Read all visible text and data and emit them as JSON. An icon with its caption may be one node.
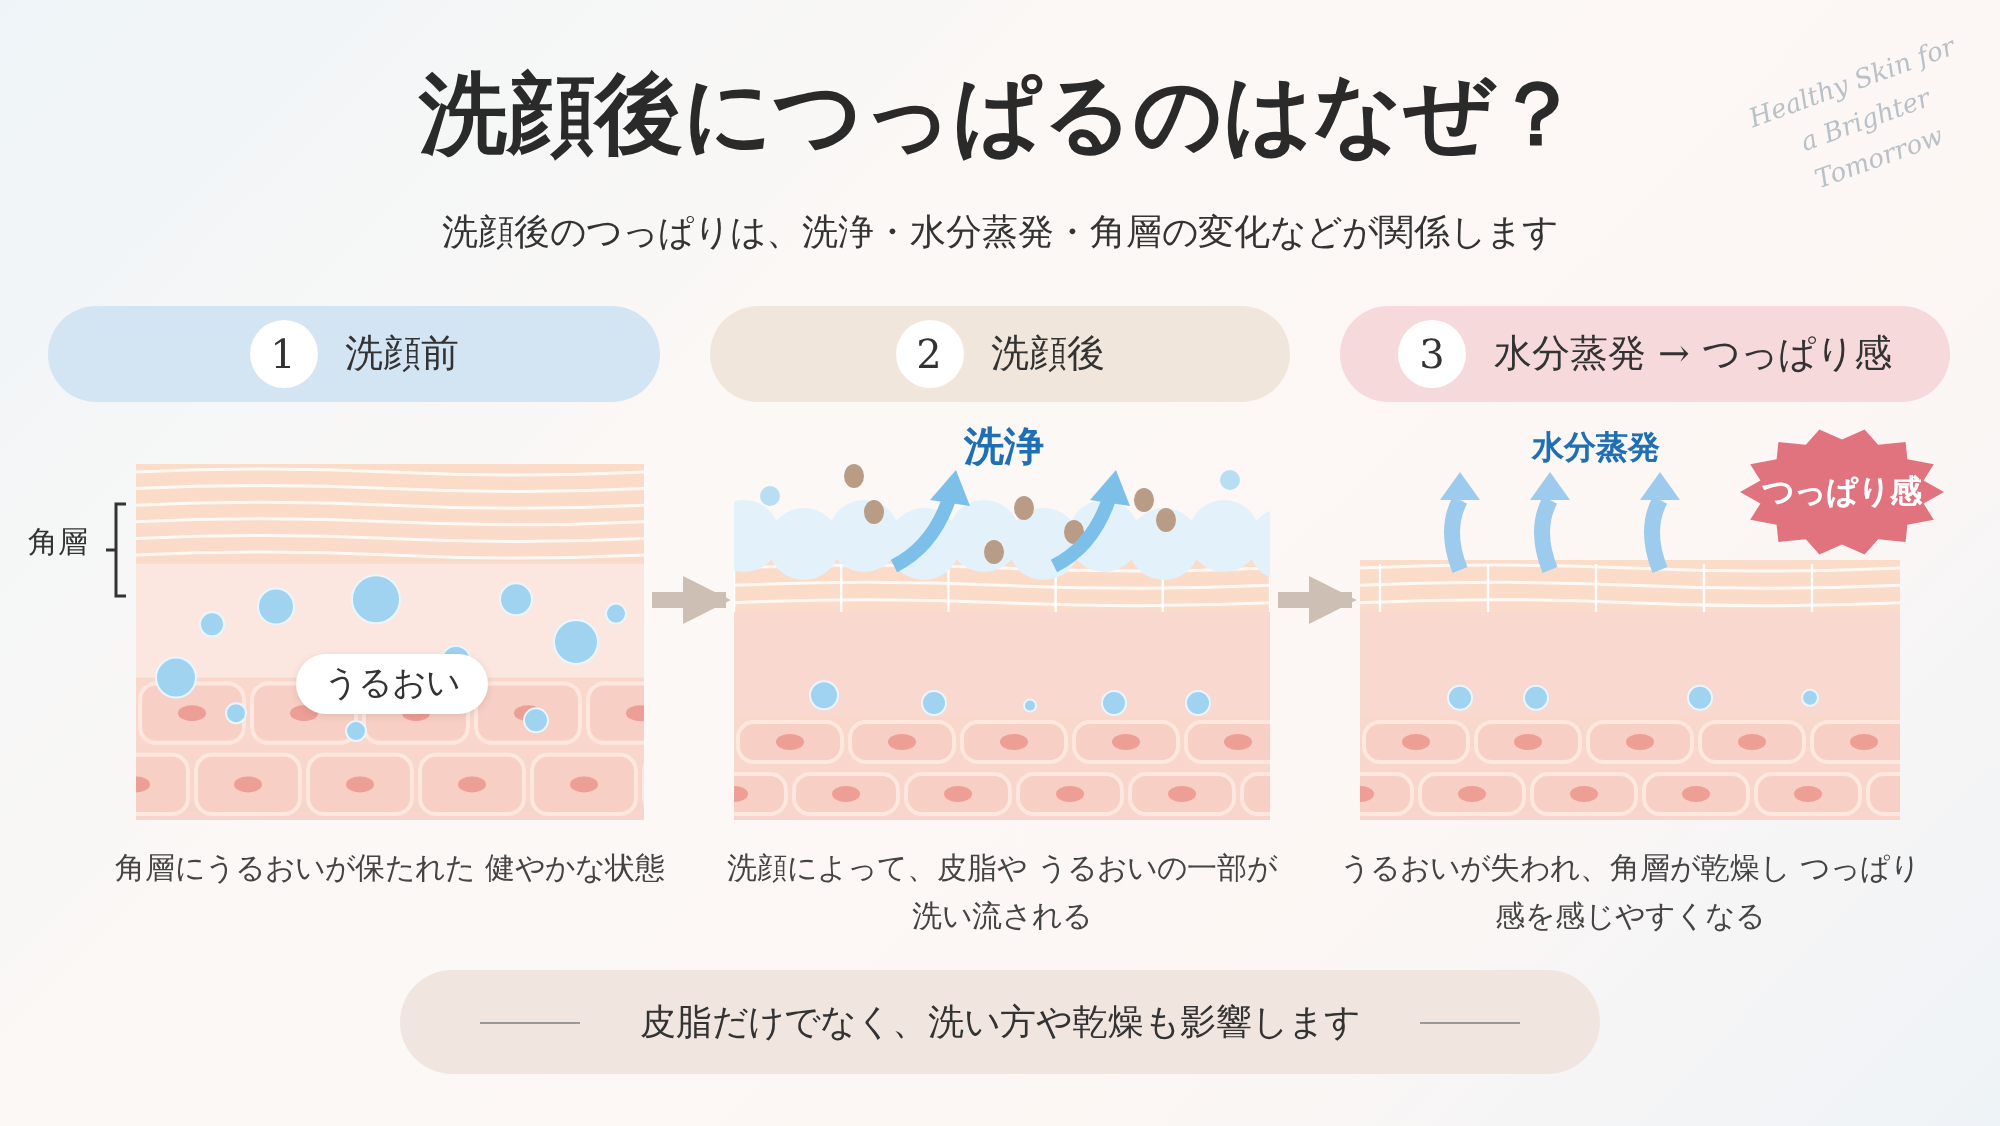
{
  "diagram": {
    "title": "洗顔後につっぱるのはなぜ？",
    "nodes": [
      {
        "text": [
          "1",
          "洗顔前"
        ]
      },
      {
        "text": [
          "2",
          "洗顔後"
        ]
      },
      {
        "text": [
          "3",
          "水分蒸発 → つっぱり感"
        ]
      },
      {
        "text": [
          "うるおい"
        ],
        "beside": [
          "角層にうるおいが保たれた 健やかな状態"
        ]
      },
      {
        "text": [
          "洗浄"
        ],
        "beside": [
          "洗顔によって、皮脂や うるおいの一部が洗い流される"
        ]
      },
      {
        "text": [
          "水分蒸発"
        ],
        "beside": [
          "うるおいが失われ、角層が乾燥し つっぱり感を感じやすくなる"
        ]
      },
      {
        "text": [
          "つっぱり感"
        ]
      },
      {
        "text": [
          "皮脂だけでなく、洗い方や乾燥も影響します"
        ]
      }
    ],
    "edges": [
      {
        "from": 3,
        "to": 4,
        "arrow": "to"
      },
      {
        "from": 4,
        "to": 5,
        "arrow": "to"
      }
    ],
    "labels": [
      "洗顔後のつっぱりは、洗浄・水分蒸発・角層の変化などが関係します",
      "角層",
      "Healthy Skin for a Brighter Tomorrow"
    ]
  }
}
